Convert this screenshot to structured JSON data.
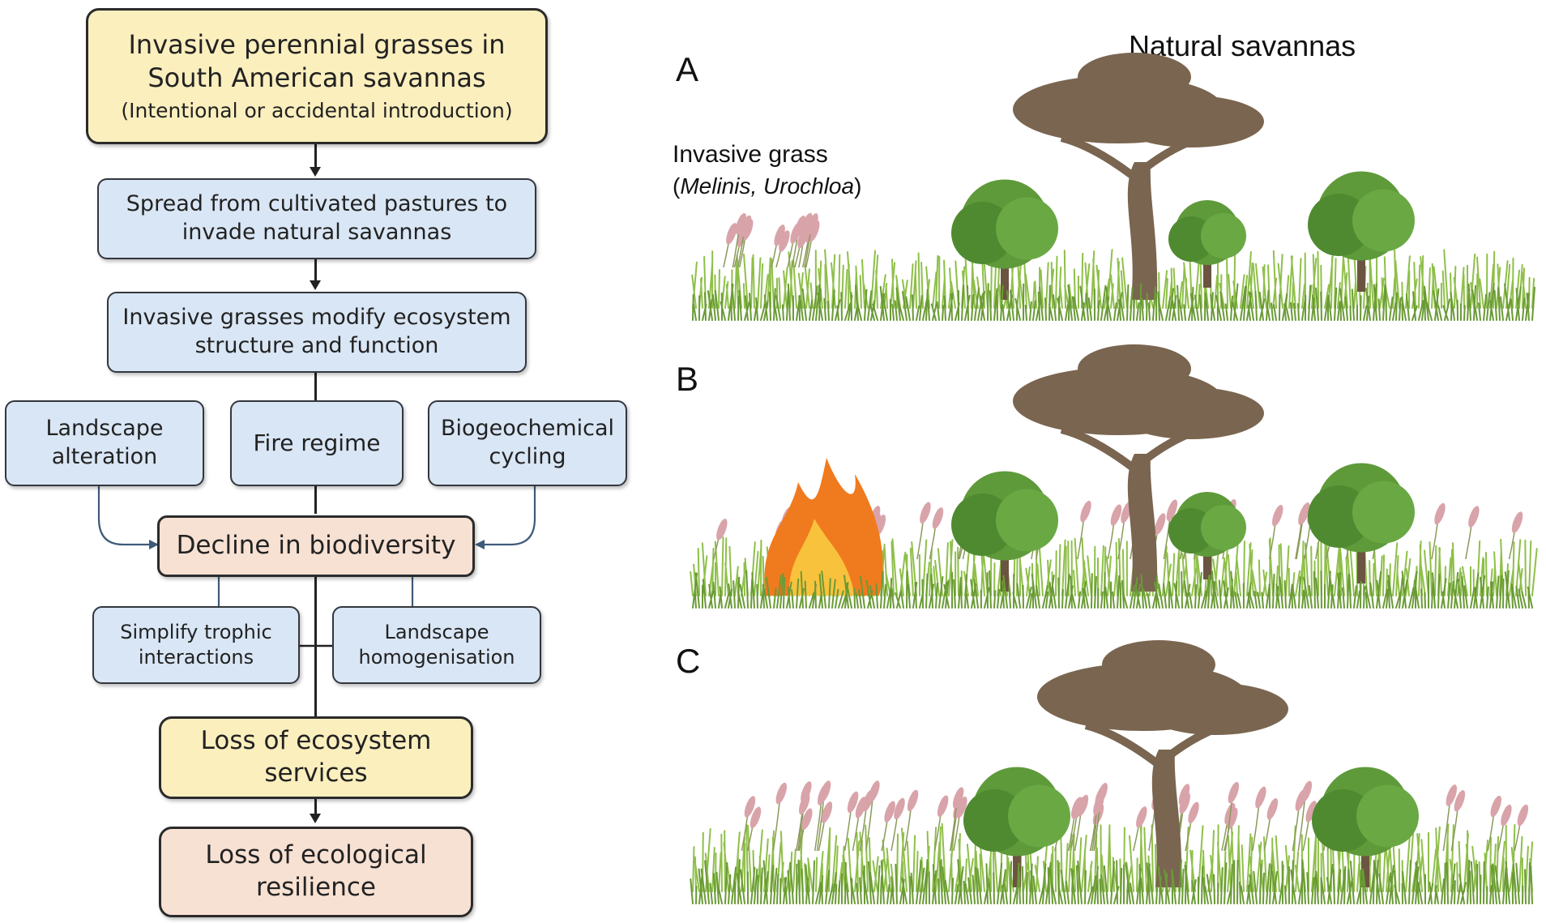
{
  "flowchart": {
    "top": {
      "line1": "Invasive perennial grasses in",
      "line2": "South American savannas",
      "line3": "(Intentional or accidental introduction)"
    },
    "spread": {
      "line1": "Spread from cultivated pastures to",
      "line2": "invade natural savannas"
    },
    "modify": {
      "line1": "Invasive grasses modify ecosystem",
      "line2": "structure and function"
    },
    "landscape_alteration": {
      "line1": "Landscape",
      "line2": "alteration"
    },
    "fire_regime": "Fire regime",
    "biogeochemical": {
      "line1": "Biogeochemical",
      "line2": "cycling"
    },
    "decline": "Decline in biodiversity",
    "simplify": {
      "line1": "Simplify trophic",
      "line2": "interactions"
    },
    "homogenisation": {
      "line1": "Landscape",
      "line2": "homogenisation"
    },
    "loss_services": {
      "line1": "Loss of ecosystem",
      "line2": "services"
    },
    "loss_resilience": {
      "line1": "Loss of ecological",
      "line2": "resilience"
    }
  },
  "illustration": {
    "title": "Natural savannas",
    "panel_a": "A",
    "panel_b": "B",
    "panel_c": "C",
    "invasive_label": "Invasive grass",
    "invasive_species_open": "(",
    "invasive_species": "Melinis, Urochloa",
    "invasive_species_close": ")"
  },
  "colors": {
    "blue_box": "#d9e6f5",
    "yellow_box": "#fbefbe",
    "peach_box": "#f7e1d3",
    "tree": "#7a6550",
    "leaf": "#5e9a3a",
    "grass": "#8fbf4a",
    "invasive": "#d9a3aa",
    "fire": "#f07a1e"
  }
}
